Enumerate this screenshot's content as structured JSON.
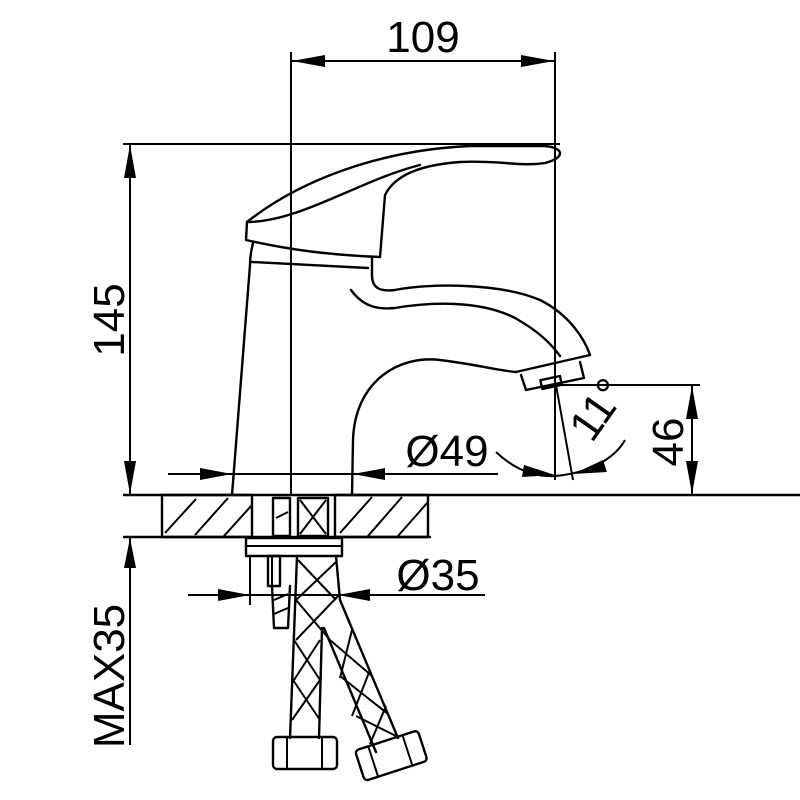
{
  "drawing": {
    "subject": "single-lever basin faucet technical drawing (side view)",
    "line_color": "#000000",
    "background_color": "#ffffff"
  },
  "dimensions": {
    "width_top": {
      "label": "109",
      "meaning": "spout reach from faucet axis"
    },
    "height_total": {
      "label": "145",
      "meaning": "overall height above deck"
    },
    "spout_height": {
      "label": "46",
      "meaning": "aerator outlet height above deck"
    },
    "angle": {
      "label": "11°",
      "meaning": "outlet flow angle"
    },
    "body_diameter": {
      "label": "Ø49",
      "meaning": "base body diameter"
    },
    "hole_diameter": {
      "label": "Ø35",
      "meaning": "mounting hole diameter"
    },
    "deck_thickness": {
      "label": "MAX35",
      "meaning": "maximum countertop thickness"
    }
  },
  "components": [
    {
      "name": "lever handle"
    },
    {
      "name": "faucet body"
    },
    {
      "name": "spout"
    },
    {
      "name": "aerator"
    },
    {
      "name": "countertop section (hatched)"
    },
    {
      "name": "mounting stud and nut"
    },
    {
      "name": "braided flexible hoses (2)"
    },
    {
      "name": "hex hose connectors (2)"
    }
  ]
}
